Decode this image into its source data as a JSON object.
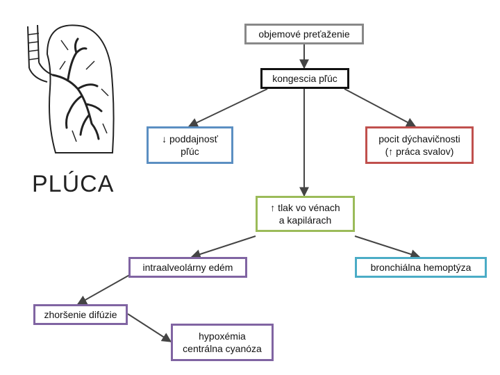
{
  "title": "PLÚCA",
  "colors": {
    "gray": "#888888",
    "black": "#111111",
    "blue": "#5b8fc2",
    "red": "#c0504d",
    "green": "#9bbb59",
    "purple": "#8064a2",
    "teal": "#4bacc6"
  },
  "nodes": {
    "overload": {
      "text": "objemové preťaženie",
      "color": "gray"
    },
    "congestion": {
      "text": "kongescia pľúc",
      "color": "black"
    },
    "compliance": {
      "text": "↓ poddajnosť\npľúc",
      "color": "blue"
    },
    "dyspnea": {
      "text": "pocit dýchavičnosti\n(↑ práca svalov)",
      "color": "red"
    },
    "pressure": {
      "text": "↑ tlak vo vénach\na kapilárach",
      "color": "green"
    },
    "edema": {
      "text": "intraalveolárny edém",
      "color": "purple"
    },
    "hemoptysis": {
      "text": "bronchiálna hemoptýza",
      "color": "teal"
    },
    "diffusion": {
      "text": "zhoršenie difúzie",
      "color": "purple"
    },
    "hypoxemia": {
      "text": "hypoxémia\ncentrálna cyanóza",
      "color": "purple"
    }
  },
  "edges": [
    [
      "overload",
      "congestion"
    ],
    [
      "congestion",
      "compliance"
    ],
    [
      "congestion",
      "dyspnea"
    ],
    [
      "congestion",
      "pressure"
    ],
    [
      "pressure",
      "edema"
    ],
    [
      "pressure",
      "hemoptysis"
    ],
    [
      "edema",
      "diffusion"
    ],
    [
      "diffusion",
      "hypoxemia"
    ]
  ]
}
